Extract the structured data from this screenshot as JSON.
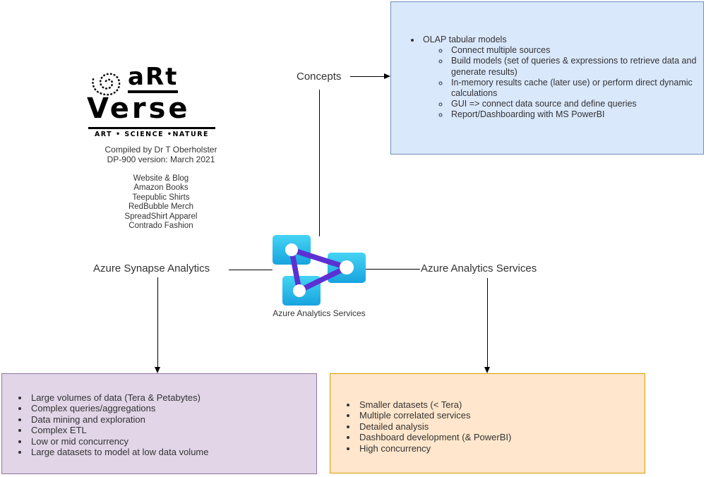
{
  "logo": {
    "word1": "aRt",
    "word2": "Verse",
    "tagline": "ART • SCIENCE •NATURE",
    "compiled_by": "Compiled by Dr T Oberholster",
    "version": "DP-900 version: March 2021",
    "links": [
      "Website & Blog",
      "Amazon Books",
      "Teepublic Shirts",
      "RedBubble Merch",
      "SpreadShirt Apparel",
      "Contrado Fashion"
    ]
  },
  "labels": {
    "concepts": "Concepts",
    "synapse": "Azure Synapse Analytics",
    "services": "Azure Analytics Services"
  },
  "icon": {
    "caption": "Azure Analytics Services",
    "square_color_top": "#45d4f4",
    "square_color_bottom": "#17a3df",
    "connector_color": "#5c30d2"
  },
  "concepts_box": {
    "bg": "#dae8fc",
    "border": "#6c8ebf",
    "title": "OLAP tabular models",
    "children": [
      "Connect multiple sources",
      "Build models (set of queries & expressions to retrieve data and generate results)",
      "In-memory results cache (later use) or perform direct dynamic calculations",
      "GUI => connect data source and define queries",
      "Report/Dashboarding with MS PowerBI"
    ]
  },
  "synapse_box": {
    "bg": "#e1d5e7",
    "border": "#9673a6",
    "items": [
      "Large volumes of data (Tera & Petabytes)",
      "Complex queries/aggregations",
      "Data mining and exploration",
      "Complex ETL",
      "Low or mid concurrency",
      "Large datasets to model at low data volume"
    ]
  },
  "services_box": {
    "bg": "#ffe6cc",
    "border": "#d79b00",
    "items": [
      "Smaller datasets (< Tera)",
      "Multiple correlated services",
      "Detailed analysis",
      "Dashboard development (& PowerBI)",
      "High concurrency"
    ]
  }
}
